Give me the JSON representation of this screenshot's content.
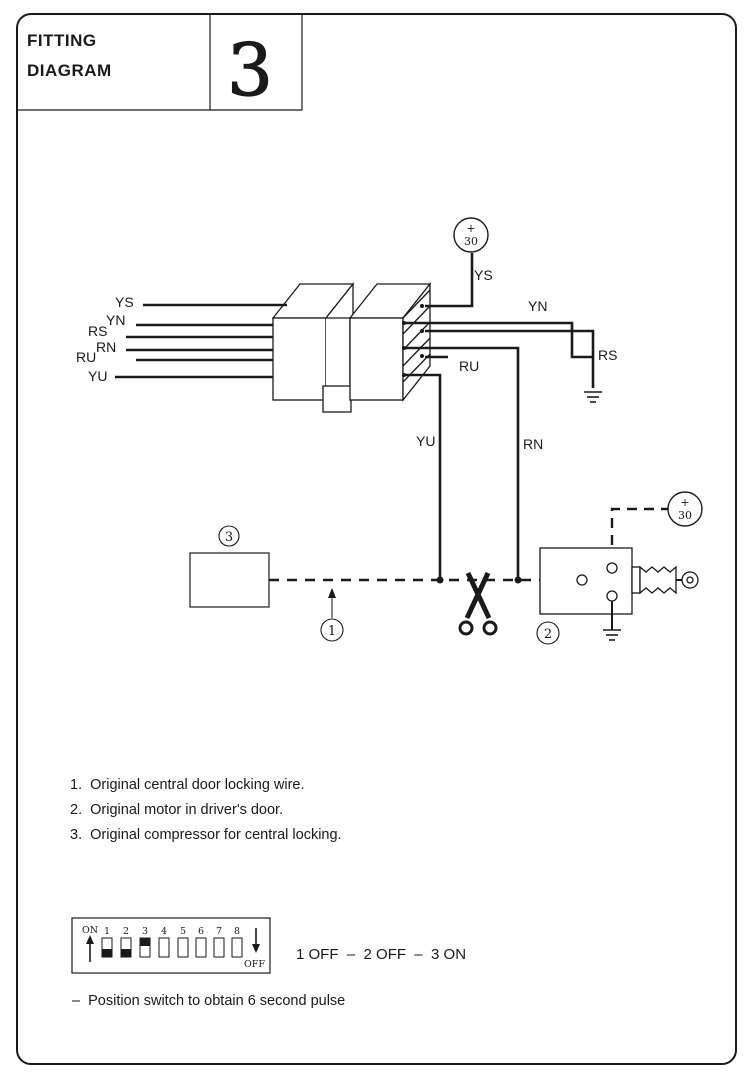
{
  "header": {
    "title_line1": "FITTING",
    "title_line2": "DIAGRAM",
    "page_number": "3"
  },
  "diagram": {
    "left_wires": [
      "YS",
      "YN",
      "RS",
      "RN",
      "RU",
      "YU"
    ],
    "right_wire_labels": {
      "ys": "YS",
      "yn": "YN",
      "rs": "RS",
      "ru": "RU",
      "yu": "YU",
      "rn": "RN"
    },
    "power_terminal": {
      "sign": "+",
      "value": "30"
    },
    "callouts": [
      "1",
      "2",
      "3"
    ]
  },
  "notes": [
    {
      "num": "1.",
      "text": "Original central door locking wire."
    },
    {
      "num": "2.",
      "text": "Original motor in driver's door."
    },
    {
      "num": "3.",
      "text": "Original compressor for central locking."
    }
  ],
  "dip_switch": {
    "on_label": "ON",
    "off_label": "OFF",
    "numbers": [
      "1",
      "2",
      "3",
      "4",
      "5",
      "6",
      "7",
      "8"
    ],
    "settings_text": "1 OFF  –  2 OFF  –  3 ON",
    "instruction": "–  Position switch to obtain 6 second pulse"
  }
}
